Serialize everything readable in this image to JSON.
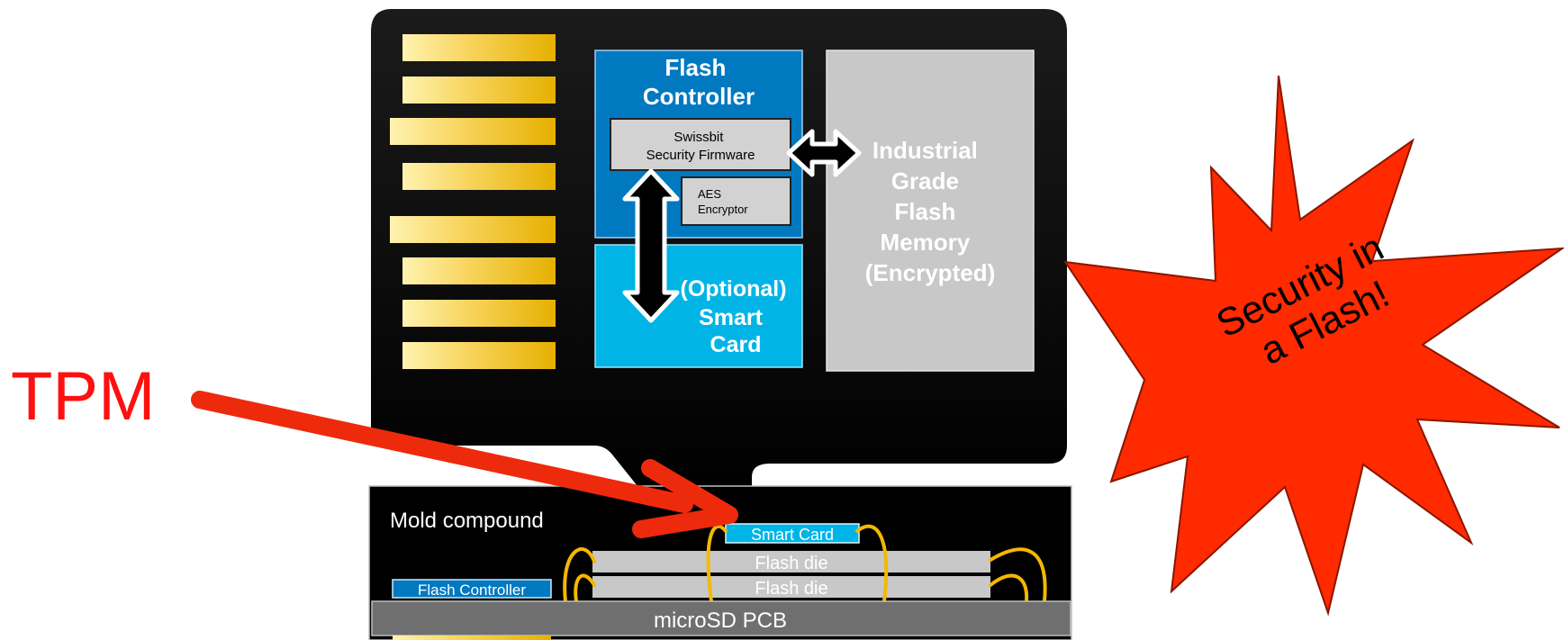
{
  "card": {
    "flash_controller_title": [
      "Flash",
      "Controller"
    ],
    "firmware_label": [
      "Swissbit",
      "Security Firmware"
    ],
    "aes_label": [
      "AES",
      "Encryptor"
    ],
    "smart_card_label": [
      "(Optional)",
      "Smart",
      "Card"
    ],
    "memory_label": [
      "Industrial",
      "Grade",
      "Flash",
      "Memory",
      "(Encrypted)"
    ]
  },
  "cross_section": {
    "mold_compound": "Mold compound",
    "smart_card": "Smart Card",
    "flash_die_top": "Flash die",
    "flash_die_bottom": "Flash die",
    "flash_controller": "Flash Controller",
    "pcb": "microSD PCB"
  },
  "callout": {
    "tpm_label": "TPM",
    "starburst_text": [
      "Security in",
      "a Flash!"
    ]
  },
  "colors": {
    "card_body": "#000000",
    "controller_blue": "#0079c1",
    "smart_card_cyan": "#00b4e6",
    "memory_gray": "#c8c8c8",
    "gold_contact": "#f2c200",
    "arrow_red": "#ee2a0c",
    "starburst_red": "#ff2a00",
    "tpm_red": "#ff1010",
    "pcb_gray": "#6f6f6f",
    "wire_yellow": "#f5b800"
  }
}
